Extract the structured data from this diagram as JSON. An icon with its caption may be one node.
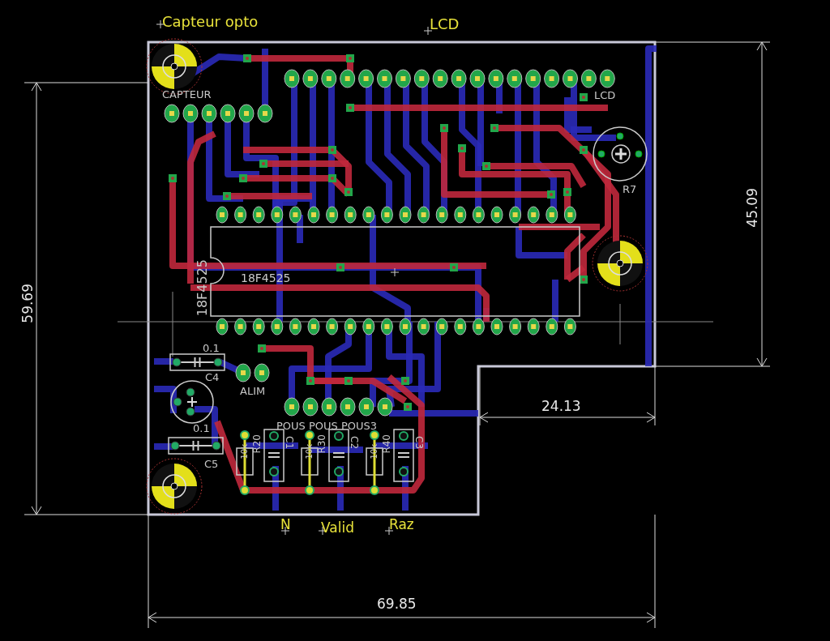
{
  "diagram": {
    "labels": [
      "Capteur opto",
      "LCD",
      "CAPTEUR",
      "LCD",
      "R7",
      "45.09",
      "18F4525",
      "18F4525",
      "59.69",
      "0.1",
      "C4",
      "ALIM",
      "24.13",
      "0.1",
      "POUS",
      "POUS",
      "POUS3",
      "10k",
      "R20",
      "C1",
      "10k",
      "R30",
      "C2",
      "10k",
      "R40",
      "C3",
      "C5",
      "N",
      "Valid",
      "Raz",
      "69.85"
    ]
  }
}
